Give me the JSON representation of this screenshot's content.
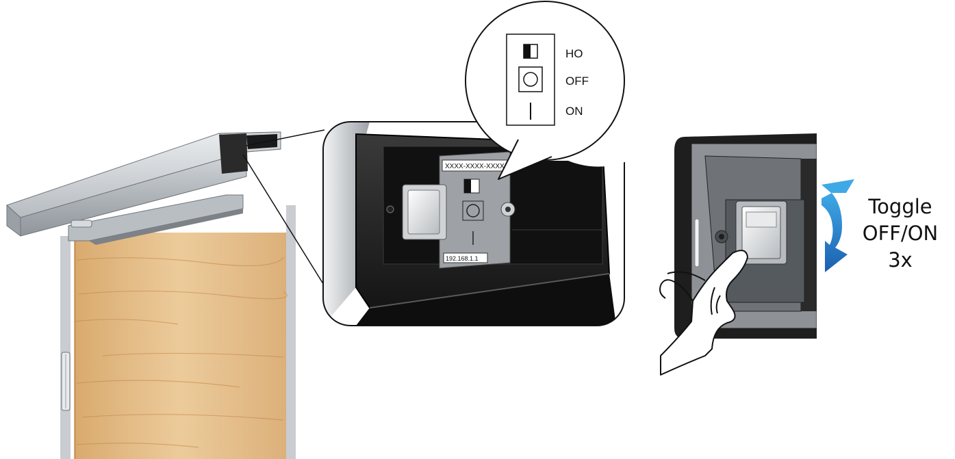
{
  "switch_legend": {
    "ho": "HO",
    "off": "OFF",
    "on": "ON"
  },
  "device_label": {
    "serial": "XXXX-XXXX-XXXX",
    "ip": "192.168.1.1"
  },
  "instruction": {
    "line1": "Toggle",
    "line2": "OFF/ON",
    "line3": "3x"
  },
  "colors": {
    "arrow_top": "#3fa9e6",
    "arrow_bottom": "#1b5fb0",
    "wood": "#e6c08e",
    "housing": "#2b2b2b",
    "rail": "#c9cdd1"
  },
  "icons": [
    "door-icon",
    "circle-off-icon",
    "line-on-icon",
    "rotate-arrow-icon",
    "hand-icon"
  ]
}
